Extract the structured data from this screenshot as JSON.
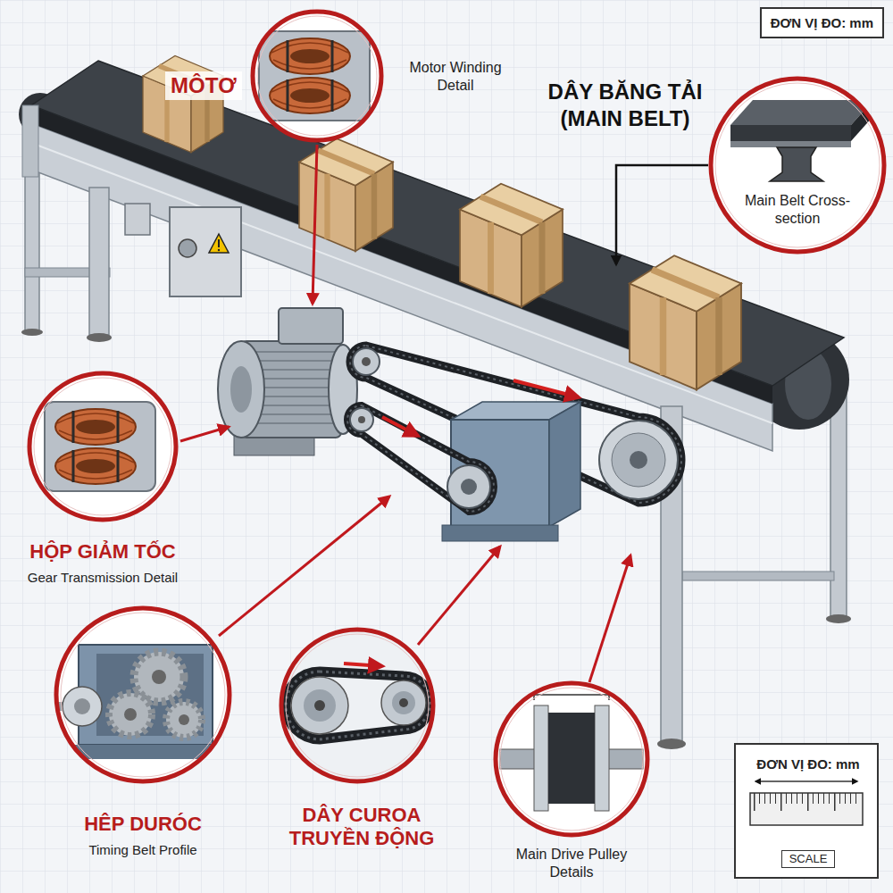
{
  "diagram": {
    "nodes": [
      {
        "text": [
          "Motor Winding Detail"
        ]
      },
      {
        "text": [
          "ĐƠN VỊ ĐO: mm"
        ]
      },
      {
        "text": [
          "Main Belt Cross-section"
        ]
      },
      {
        "text": [
          "HỘP GIẢM TỐC",
          "Gear Transmission Detail"
        ]
      },
      {
        "text": [
          "HÊP DURÓC",
          "Timing Belt Profile"
        ]
      },
      {
        "text": [
          "DÂY CUROA TRUYỀN ĐỘNG"
        ]
      },
      {
        "text": [
          "Main Drive Pulley Details"
        ]
      },
      {
        "text": [
          "ĐƠN VỊ ĐO: mm",
          "SCALE"
        ]
      }
    ],
    "labels": [
      "MÔTƠ",
      "DÂY BĂNG TẢI (MAIN BELT)"
    ]
  }
}
